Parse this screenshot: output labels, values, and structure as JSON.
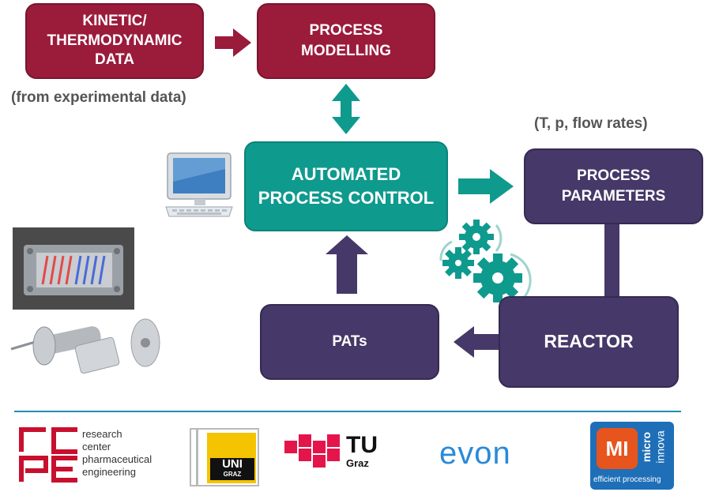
{
  "nodes": {
    "kinetic": [
      "KINETIC/",
      "THERMODYNAMIC",
      "DATA"
    ],
    "modelling": [
      "PROCESS",
      "MODELLING"
    ],
    "control": [
      "AUTOMATED",
      "PROCESS CONTROL"
    ],
    "parameters": [
      "PROCESS",
      "PARAMETERS"
    ],
    "pats": "PATs",
    "reactor": "REACTOR"
  },
  "notes": {
    "experimental": "(from experimental data)",
    "params": "(T, p, flow rates)"
  },
  "logos": {
    "rcpe_mark": "rc pe",
    "rcpe_lines": [
      "research",
      "center",
      "pharmaceutical",
      "engineering"
    ],
    "unigraz": [
      "UNI",
      "GRAZ"
    ],
    "tugraz": [
      "TU",
      "Graz"
    ],
    "evon": "evon",
    "microinnova": [
      "MI",
      "micro",
      "innova",
      "efficient processing"
    ]
  },
  "colors": {
    "maroon": "#9b1b3b",
    "teal": "#0f9a8e",
    "purple": "#463868",
    "divider": "#1f8fb0",
    "evon": "#2a8ad8",
    "unigraz_yellow": "#f5c400",
    "microinnova_blue": "#1e6fb8",
    "microinnova_orange": "#e8541e"
  }
}
